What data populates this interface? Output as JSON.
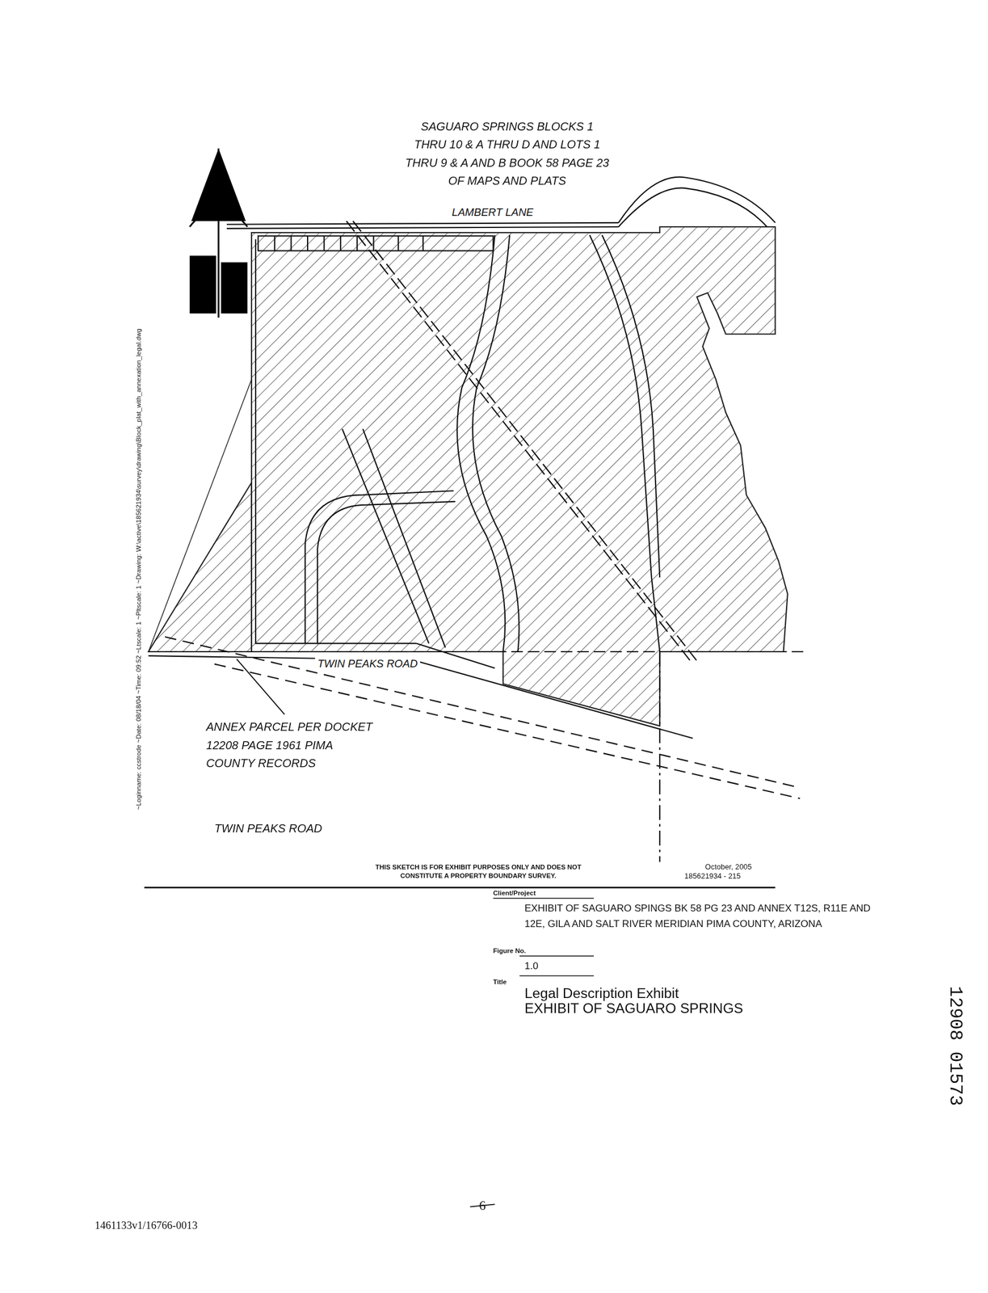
{
  "diagram": {
    "labels": [
      "SAGUARO SPRINGS BLOCKS 1 THRU 10 & A THRU D AND LOTS 1 THRU 9 & A AND B BOOK 58 PAGE 23 OF MAPS AND PLATS",
      "LAMBERT LANE",
      "TWIN PEAKS ROAD",
      "ANNEX PARCEL PER DOCKET 12208 PAGE 1961 PIMA COUNTY RECORDS",
      "TWIN PEAKS ROAD",
      "THIS SKETCH IS FOR EXHIBIT PURPOSES ONLY AND DOES NOT CONSTITUTE A PROPERTY BOUNDARY SURVEY.",
      "October, 2005",
      "185621934 - 215",
      "Client/Project",
      "EXHIBIT OF SAGUARO SPINGS BK 58 PG 23 AND ANNEX T12S, R11E AND 12E, GILA AND SALT RIVER MERIDIAN PIMA COUNTY, ARIZONA",
      "Figure No.",
      "1.0",
      "Title",
      "Legal Description Exhibit",
      "EXHIBIT OF SAGUARO SPRINGS",
      "12908 01573",
      "6",
      "1461133v1/16766-0013",
      "~Loginname: ccstrode ~Date: 08/18/04 ~Time: 09:52 ~Ltscale: 1 ~Pltscale: 1 ~Drawing: W:\\active\\185621934\\survey\\drawing\\Block_plat_with_annexation_legal.dwg"
    ]
  }
}
